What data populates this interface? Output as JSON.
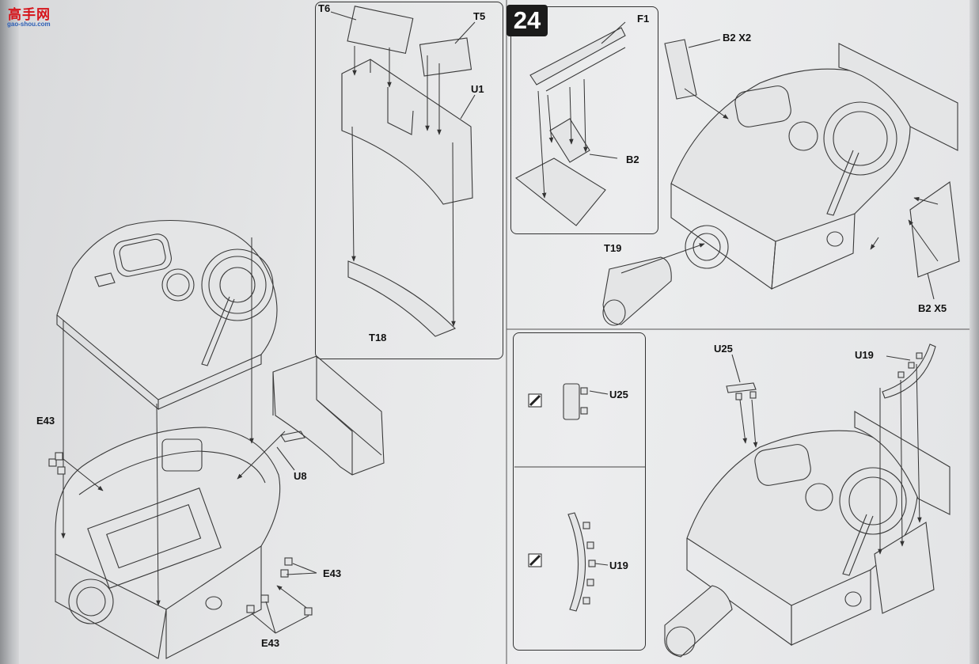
{
  "logo": {
    "text": "高手网",
    "url": "gao-shou.com"
  },
  "step": {
    "number": "24"
  },
  "labels": {
    "t6": "T6",
    "t5": "T5",
    "u1": "U1",
    "t18": "T18",
    "e43_left": "E43",
    "u8": "U8",
    "e43_right": "E43",
    "e43_bottom": "E43",
    "f1": "F1",
    "b2_x2": "B2 X2",
    "b2": "B2",
    "t19": "T19",
    "b2_x5": "B2 X5",
    "u25_top": "U25",
    "u19_top": "U19",
    "u25_inset": "U25",
    "u19_inset": "U19"
  }
}
